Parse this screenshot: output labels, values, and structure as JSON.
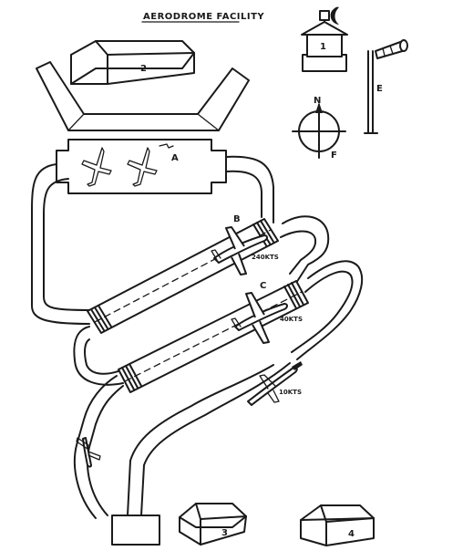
{
  "title": "AERODROME FACILITY",
  "labels": {
    "a": "A",
    "b": "B",
    "c": "C",
    "e": "E",
    "f": "F",
    "n": "N",
    "b1": "1",
    "b2": "2",
    "b3": "3",
    "b4": "4"
  },
  "speeds": {
    "b": "240KTS",
    "c": "40KTS",
    "d": "10KTS"
  },
  "colors": {
    "ink": "#1a1a1a",
    "paper": "#ffffff"
  }
}
